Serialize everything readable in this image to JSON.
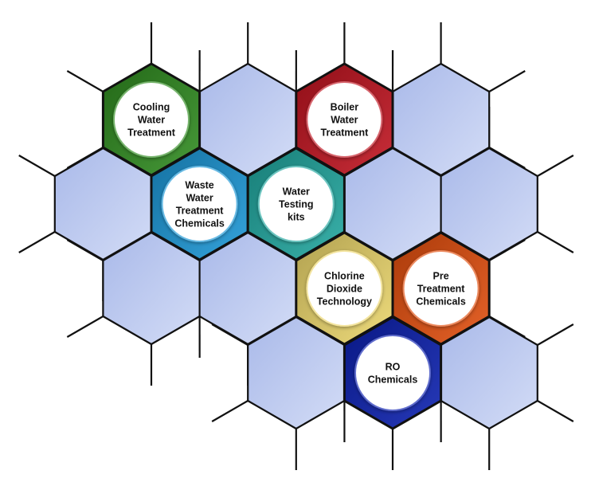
{
  "hexes": [
    {
      "id": "cooling",
      "col": 0,
      "row": 0,
      "color": "#2e8b1e",
      "label": [
        "Cooling",
        "Water",
        "Treatment"
      ]
    },
    {
      "id": "plain-1",
      "col": 1,
      "row": 0
    },
    {
      "id": "boiler",
      "col": 2,
      "row": 0,
      "color": "#c0121e",
      "label": [
        "Boiler",
        "Water",
        "Treatment"
      ]
    },
    {
      "id": "plain-2",
      "col": 3,
      "row": 0
    },
    {
      "id": "plain-3",
      "col": -1,
      "row": 1
    },
    {
      "id": "waste",
      "col": 0,
      "row": 1,
      "color": "#1a96d6",
      "label": [
        "Waste",
        "Water",
        "Treatment",
        "Chemicals"
      ]
    },
    {
      "id": "testing",
      "col": 1,
      "row": 1,
      "color": "#1fa69e",
      "label": [
        "Water",
        "Testing",
        "kits"
      ]
    },
    {
      "id": "plain-4",
      "col": 2,
      "row": 1
    },
    {
      "id": "plain-5",
      "col": 3,
      "row": 1
    },
    {
      "id": "plain-6",
      "col": 0,
      "row": 2
    },
    {
      "id": "plain-7",
      "col": 1,
      "row": 2
    },
    {
      "id": "chlorine",
      "col": 2,
      "row": 2,
      "color": "#ecd66a",
      "label": [
        "Chlorine",
        "Dioxide",
        "Technology"
      ]
    },
    {
      "id": "pretreatment",
      "col": 3,
      "row": 2,
      "color": "#e24d0c",
      "label": [
        "Pre",
        "Treatment",
        "Chemicals"
      ]
    },
    {
      "id": "plain-8",
      "col": 1,
      "row": 3
    },
    {
      "id": "ro",
      "col": 2,
      "row": 3,
      "color": "#0a1fb0",
      "label": [
        "RO",
        "Chemicals"
      ]
    },
    {
      "id": "plain-9",
      "col": 3,
      "row": 3
    }
  ],
  "colors": {
    "plain_light": "#d3dcf6",
    "plain_dark": "#a9b9e9",
    "outline": "#111111",
    "circle": "#ffffff"
  }
}
